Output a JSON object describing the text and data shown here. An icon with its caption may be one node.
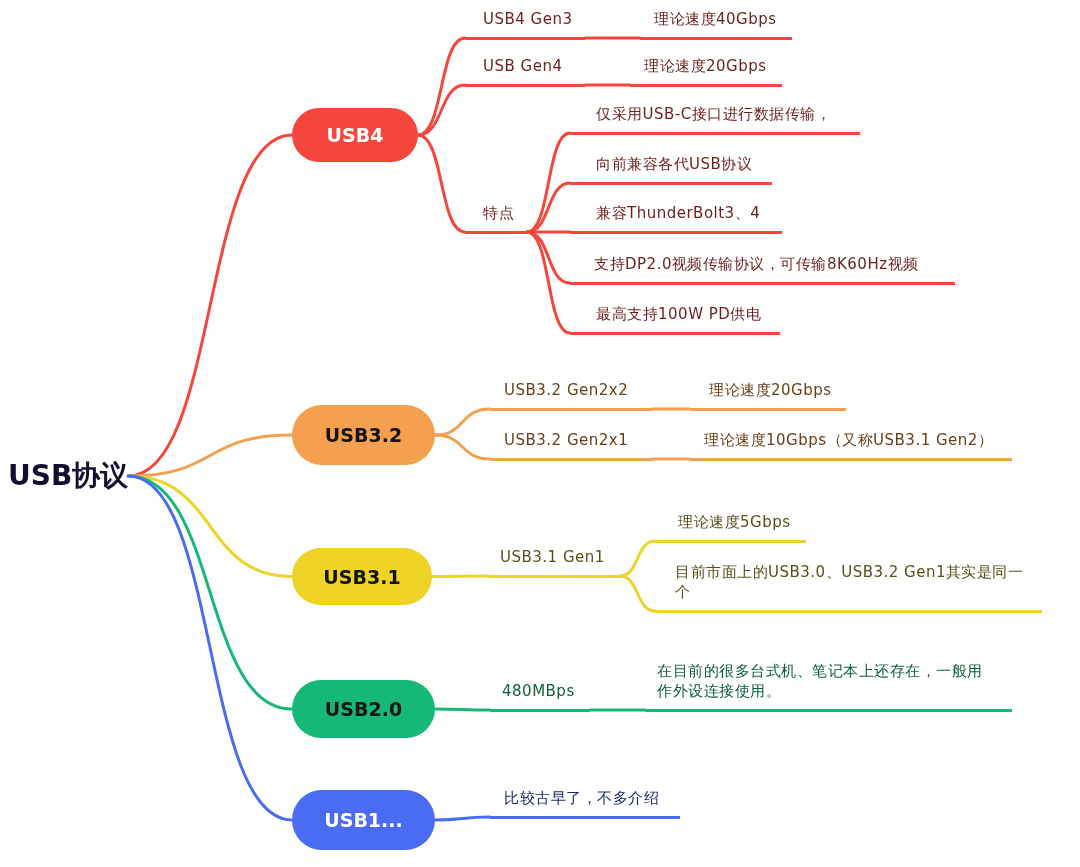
{
  "diagram": {
    "nodes": [
      {
        "text": [
          "USB协议"
        ]
      },
      {
        "text": [
          "USB4"
        ]
      },
      {
        "text": [
          "USB4 Gen3"
        ]
      },
      {
        "text": [
          "理论速度40Gbps"
        ]
      },
      {
        "text": [
          "USB Gen4"
        ]
      },
      {
        "text": [
          "理论速度20Gbps"
        ]
      },
      {
        "text": [
          "特点"
        ]
      },
      {
        "text": [
          "仅采用USB-C接口进行数据传输，"
        ]
      },
      {
        "text": [
          "向前兼容各代USB协议"
        ]
      },
      {
        "text": [
          "兼容ThunderBolt3、4"
        ]
      },
      {
        "text": [
          "支持DP2.0视频传输协议，可传输8K60Hz视频"
        ]
      },
      {
        "text": [
          "最高支持100W PD供电"
        ]
      },
      {
        "text": [
          "USB3.2"
        ]
      },
      {
        "text": [
          "USB3.2 Gen2x2"
        ]
      },
      {
        "text": [
          "理论速度20Gbps"
        ]
      },
      {
        "text": [
          "USB3.2 Gen2x1"
        ]
      },
      {
        "text": [
          "理论速度10Gbps（又称USB3.1 Gen2）"
        ]
      },
      {
        "text": [
          "USB3.1"
        ]
      },
      {
        "text": [
          "USB3.1 Gen1"
        ]
      },
      {
        "text": [
          "理论速度5Gbps"
        ]
      },
      {
        "text": [
          "目前市面上的USB3.0、USB3.2 Gen1其实是同一个"
        ]
      },
      {
        "text": [
          "USB2.0"
        ]
      },
      {
        "text": [
          "480MBps"
        ]
      },
      {
        "text": [
          "在目前的很多台式机、笔记本上还存在，一般用作外设连接使用。"
        ]
      },
      {
        "text": [
          "USB1..."
        ]
      },
      {
        "text": [
          "比较古早了，不多介绍"
        ]
      }
    ],
    "edges": [
      {
        "from": 0,
        "to": 1,
        "arrow": "none",
        "color": "#f5463d"
      },
      {
        "from": 1,
        "to": 2,
        "arrow": "none",
        "color": "#f5463d"
      },
      {
        "from": 2,
        "to": 3,
        "arrow": "none",
        "color": "#f5463d"
      },
      {
        "from": 1,
        "to": 4,
        "arrow": "none",
        "color": "#f5463d"
      },
      {
        "from": 4,
        "to": 5,
        "arrow": "none",
        "color": "#f5463d"
      },
      {
        "from": 1,
        "to": 6,
        "arrow": "none",
        "color": "#f5463d"
      },
      {
        "from": 6,
        "to": 7,
        "arrow": "none",
        "color": "#f5463d"
      },
      {
        "from": 6,
        "to": 8,
        "arrow": "none",
        "color": "#f5463d"
      },
      {
        "from": 6,
        "to": 9,
        "arrow": "none",
        "color": "#f5463d"
      },
      {
        "from": 6,
        "to": 10,
        "arrow": "none",
        "color": "#f5463d"
      },
      {
        "from": 6,
        "to": 11,
        "arrow": "none",
        "color": "#f5463d"
      },
      {
        "from": 0,
        "to": 12,
        "arrow": "none",
        "color": "#f4a04e"
      },
      {
        "from": 12,
        "to": 13,
        "arrow": "none",
        "color": "#f4a04e"
      },
      {
        "from": 13,
        "to": 14,
        "arrow": "none",
        "color": "#f4a04e"
      },
      {
        "from": 12,
        "to": 15,
        "arrow": "none",
        "color": "#f4a04e"
      },
      {
        "from": 15,
        "to": 16,
        "arrow": "none",
        "color": "#f4a04e"
      },
      {
        "from": 0,
        "to": 17,
        "arrow": "none",
        "color": "#efd326"
      },
      {
        "from": 17,
        "to": 18,
        "arrow": "none",
        "color": "#efd326"
      },
      {
        "from": 18,
        "to": 19,
        "arrow": "none",
        "color": "#efd326"
      },
      {
        "from": 18,
        "to": 20,
        "arrow": "none",
        "color": "#efd326"
      },
      {
        "from": 0,
        "to": 21,
        "arrow": "none",
        "color": "#15b877"
      },
      {
        "from": 21,
        "to": 22,
        "arrow": "none",
        "color": "#15b877"
      },
      {
        "from": 22,
        "to": 23,
        "arrow": "none",
        "color": "#15b877"
      },
      {
        "from": 0,
        "to": 24,
        "arrow": "none",
        "color": "#4a6cf5"
      },
      {
        "from": 24,
        "to": 25,
        "arrow": "none",
        "color": "#4a6cf5"
      }
    ]
  }
}
